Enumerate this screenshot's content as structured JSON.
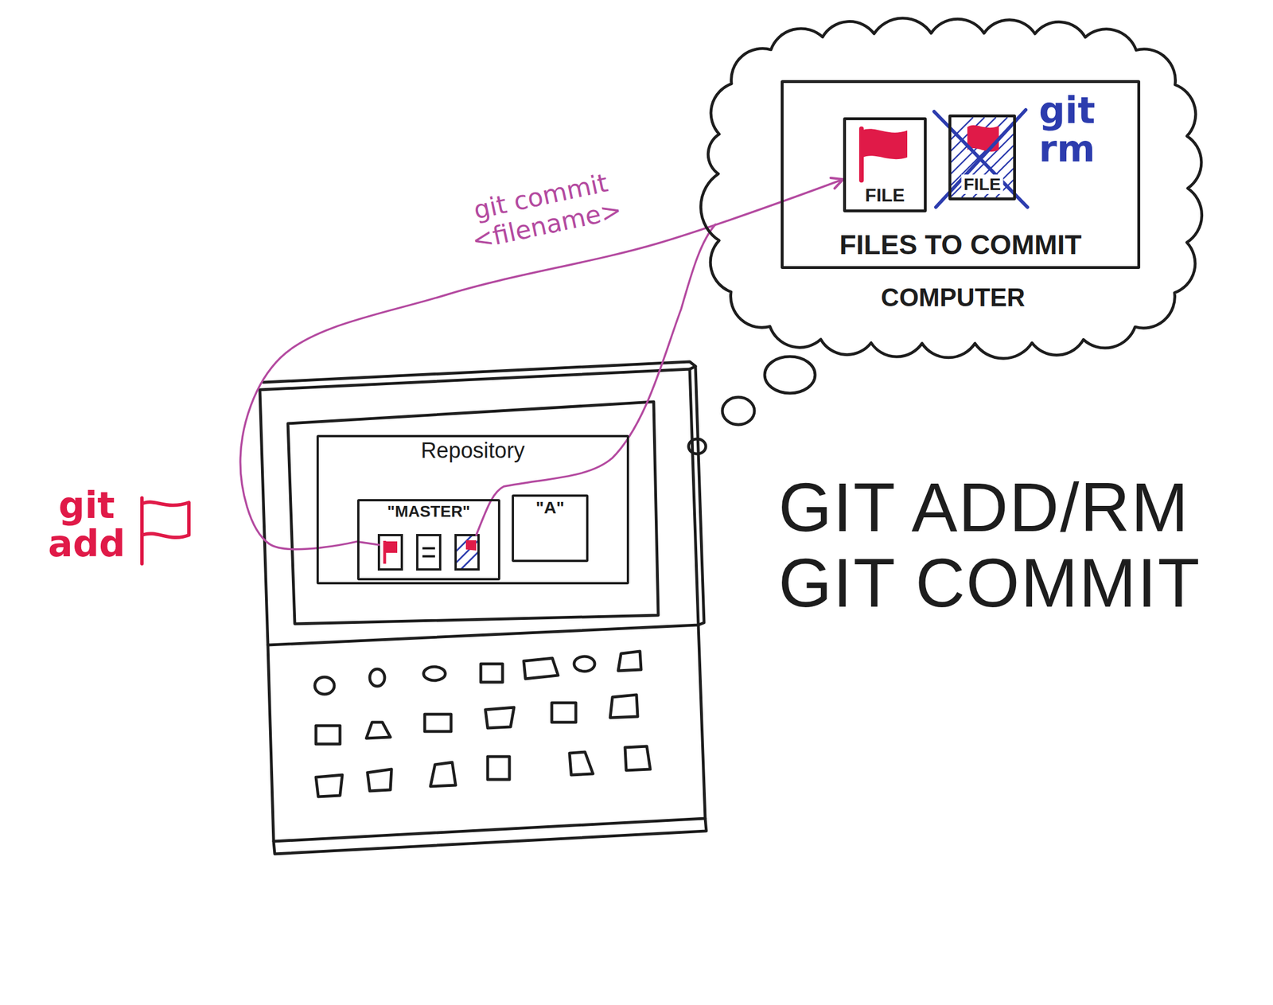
{
  "diagram": {
    "title": "GIT ADD/RM GIT COMMIT",
    "nodes": [
      {
        "text": [
          "COMPUTER"
        ]
      },
      {
        "text": [
          "FILES TO COMMIT"
        ],
        "in": 0
      },
      {
        "text": [
          "FILE"
        ],
        "in": 1
      },
      {
        "text": [
          "FILE"
        ],
        "in": 1
      },
      {
        "text": [
          "Repository"
        ]
      },
      {
        "text": [
          "\"MASTER\""
        ],
        "in": 4
      },
      {
        "text": [
          "\"A\""
        ],
        "in": 4
      }
    ],
    "edges": [
      {
        "from": 5,
        "to": 2,
        "arrow": "to",
        "label": "git commit <filename>"
      }
    ],
    "labels": [
      "git add",
      "git rm"
    ]
  }
}
